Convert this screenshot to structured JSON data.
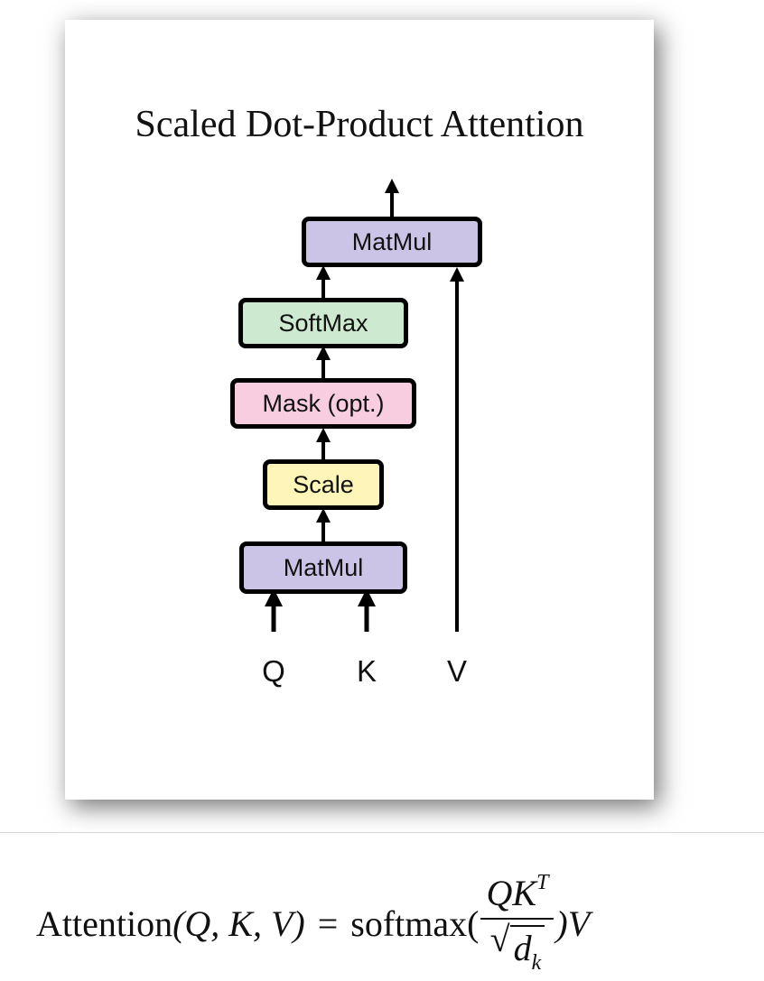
{
  "figure": {
    "title": "Scaled Dot-Product Attention",
    "boxes": {
      "matmul_top": {
        "label": "MatMul",
        "color": "#cbc4e6"
      },
      "softmax": {
        "label": "SoftMax",
        "color": "#cde9d0"
      },
      "mask": {
        "label": "Mask (opt.)",
        "color": "#f7cddf"
      },
      "scale": {
        "label": "Scale",
        "color": "#fdf6b8"
      },
      "matmul_bottom": {
        "label": "MatMul",
        "color": "#cbc4e6"
      }
    },
    "inputs": {
      "q": "Q",
      "k": "K",
      "v": "V"
    }
  },
  "formula": {
    "fn": "Attention",
    "args": "(Q, K, V)",
    "equals": "=",
    "softmax": "softmax(",
    "numerator": "QK",
    "sup": "T",
    "denominator_d": "d",
    "denominator_sub": "k",
    "close": ")V"
  }
}
